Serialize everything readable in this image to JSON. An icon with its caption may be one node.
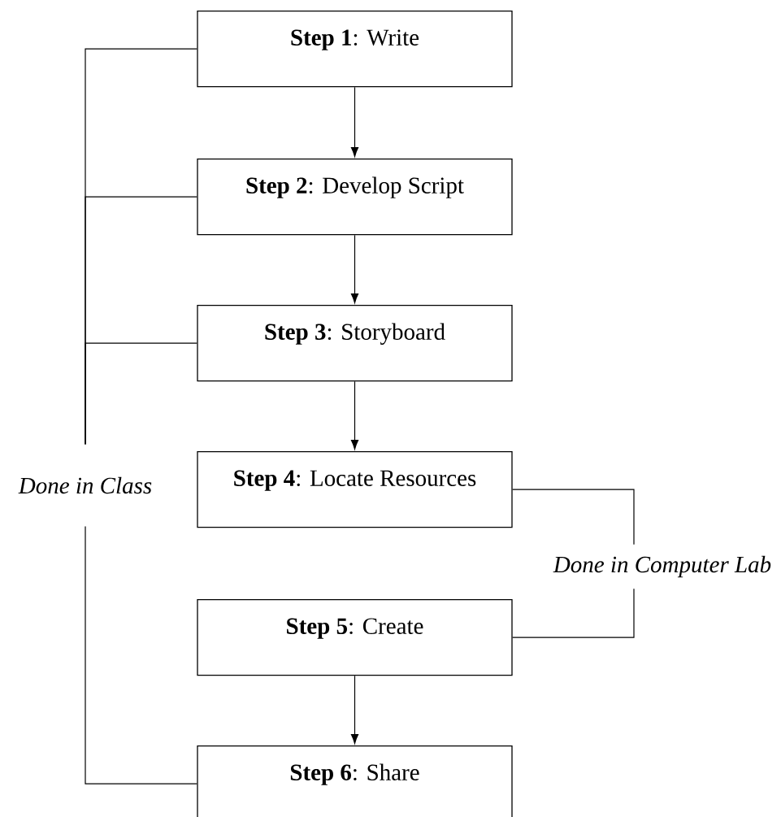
{
  "diagram": {
    "nodes": [
      {
        "text": [
          "**Step 1**: Write"
        ]
      },
      {
        "text": [
          "**Step 2**: Develop Script"
        ]
      },
      {
        "text": [
          "**Step 3**: Storyboard"
        ]
      },
      {
        "text": [
          "**Step 4**: Locate Resources"
        ]
      },
      {
        "text": [
          "**Step 5**: Create"
        ]
      },
      {
        "text": [
          "**Step 6**: Share"
        ]
      },
      {
        "text": [
          "Done in Class"
        ]
      },
      {
        "text": [
          "Done in Computer Lab"
        ]
      }
    ],
    "edges": [
      {
        "from": 0,
        "to": 1,
        "arrow": "to"
      },
      {
        "from": 1,
        "to": 2,
        "arrow": "to"
      },
      {
        "from": 2,
        "to": 3,
        "arrow": "to"
      },
      {
        "from": 4,
        "to": 5,
        "arrow": "to"
      },
      {
        "from": 6,
        "to": 0,
        "arrow": "none"
      },
      {
        "from": 6,
        "to": 1,
        "arrow": "none"
      },
      {
        "from": 6,
        "to": 2,
        "arrow": "none"
      },
      {
        "from": 6,
        "to": 5,
        "arrow": "none"
      },
      {
        "from": 7,
        "to": 3,
        "arrow": "none"
      },
      {
        "from": 7,
        "to": 4,
        "arrow": "none"
      }
    ]
  }
}
